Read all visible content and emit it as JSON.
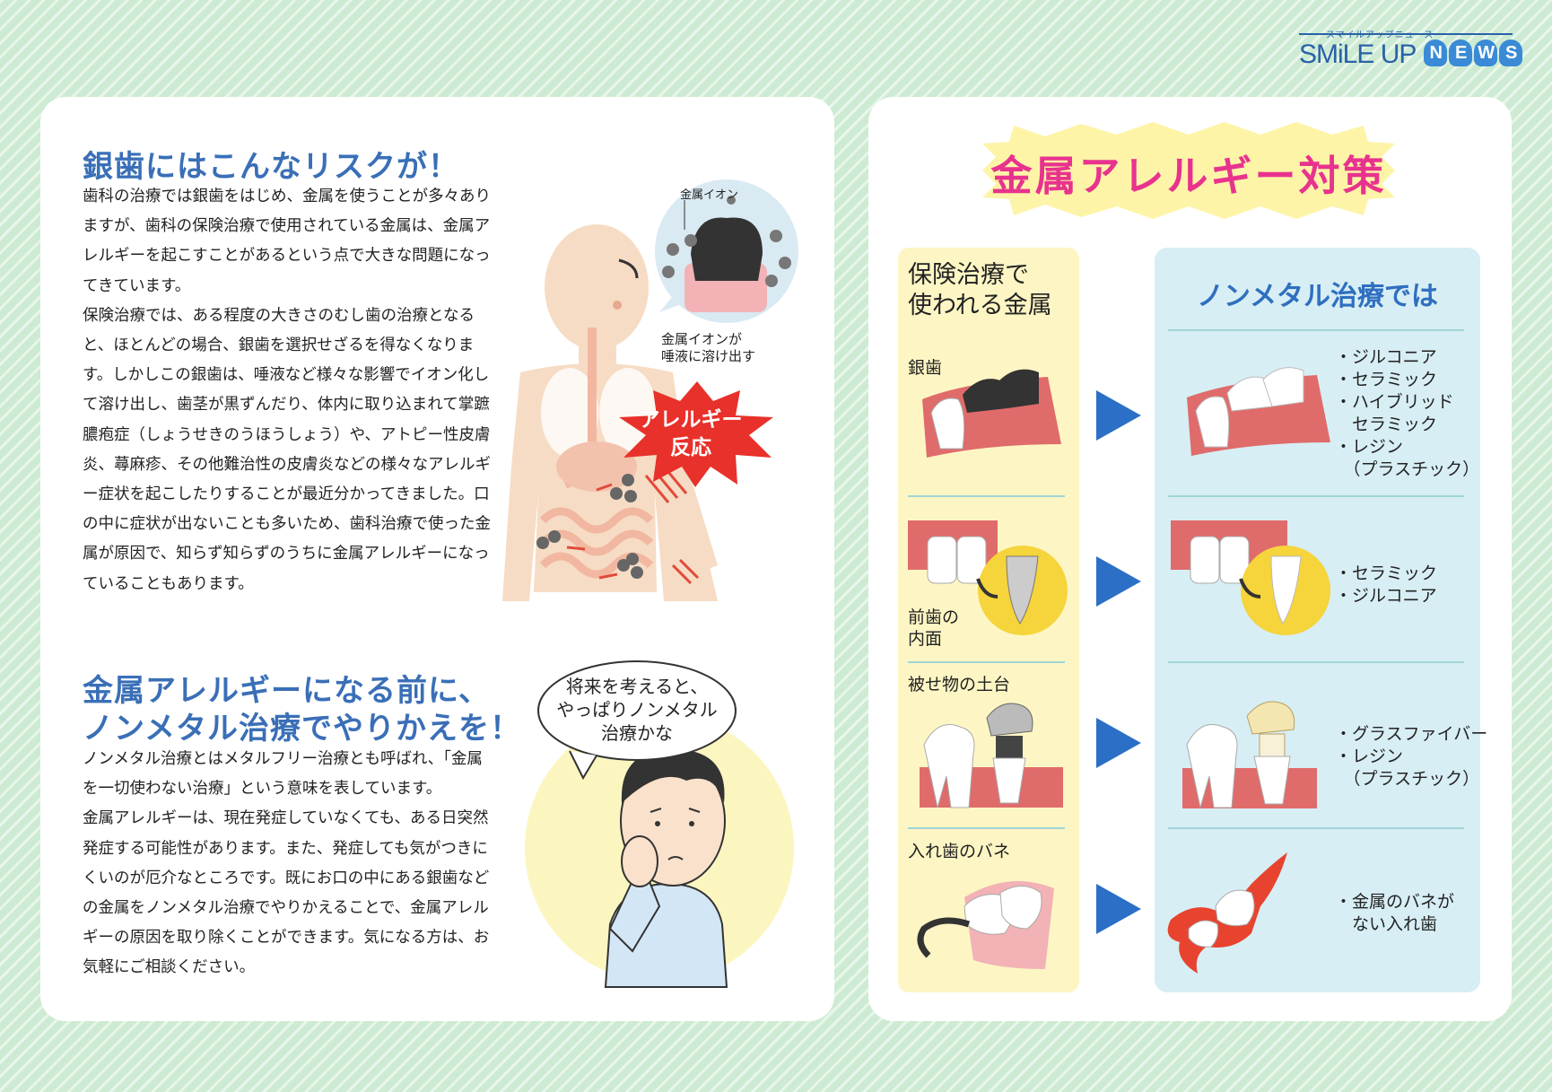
{
  "header": {
    "logo_kana": "スマイルアップニュース",
    "logo_main": "SMiLE UP",
    "logo_news": [
      "N",
      "E",
      "W",
      "S"
    ]
  },
  "left": {
    "section1": {
      "heading": "銀歯にはこんなリスクが！",
      "paragraphs": [
        "歯科の治療では銀歯をはじめ、金属を使うことが多々ありますが、歯科の保険治療で使用されている金属は、金属アレルギーを起こすことがあるという点で大きな問題になってきています。",
        "保険治療では、ある程度の大きさのむし歯の治療となると、ほとんどの場合、銀歯を選択せざるを得なくなります。しかしこの銀歯は、唾液など様々な影響でイオン化して溶け出し、歯茎が黒ずんだり、体内に取り込まれて掌蹠膿疱症（しょうせきのうほうしょう）や、アトピー性皮膚炎、蕁麻疹、その他難治性の皮膚炎などの様々なアレルギー症状を起こしたりすることが最近分かってきました。口の中に症状が出ないことも多いため、歯科治療で使った金属が原因で、知らず知らずのうちに金属アレルギーになっていることもあります。"
      ],
      "illustration": {
        "ion_label": "金属イオン",
        "saliva_label_1": "金属イオンが",
        "saliva_label_2": "唾液に溶け出す",
        "burst_1": "アレルギー",
        "burst_2": "反応"
      }
    },
    "section2": {
      "heading_1": "金属アレルギーになる前に、",
      "heading_2": "ノンメタル治療でやりかえを！",
      "paragraphs": [
        "ノンメタル治療とはメタルフリー治療とも呼ばれ、「金属を一切使わない治療」という意味を表しています。",
        "金属アレルギーは、現在発症していなくても、ある日突然発症する可能性があります。また、発症しても気がつきにくいのが厄介なところです。既にお口の中にある銀歯などの金属をノンメタル治療でやりかえることで、金属アレルギーの原因を取り除くことができます。気になる方は、お気軽にご相談ください。"
      ],
      "bubble_1": "将来を考えると、",
      "bubble_2": "やっぱりノンメタル",
      "bubble_3": "治療かな"
    }
  },
  "right": {
    "title": "金属アレルギー対策",
    "col_left_head_1": "保険治療で",
    "col_left_head_2": "使われる金属",
    "col_right_head": "ノンメタル治療では",
    "rows": [
      {
        "label": [
          "銀歯"
        ],
        "materials": [
          "・ジルコニア",
          "・セラミック",
          "・ハイブリッド",
          "　セラミック",
          "・レジン",
          "　（プラスチック）"
        ]
      },
      {
        "label": [
          "前歯の",
          "内面"
        ],
        "materials": [
          "・セラミック",
          "・ジルコニア"
        ]
      },
      {
        "label": [
          "被せ物の土台"
        ],
        "materials": [
          "・グラスファイバー",
          "・レジン",
          "　（プラスチック）"
        ]
      },
      {
        "label": [
          "入れ歯のバネ"
        ],
        "materials": [
          "・金属のバネが",
          "　ない入れ歯"
        ]
      }
    ]
  },
  "colors": {
    "background": "#cdebd2",
    "heading_blue": "#3a6fb7",
    "title_pink": "#e8338e",
    "insurance_column": "#fdf6c4",
    "nonmetal_column": "#d7eef4",
    "arrow_blue": "#2b6fc6"
  }
}
